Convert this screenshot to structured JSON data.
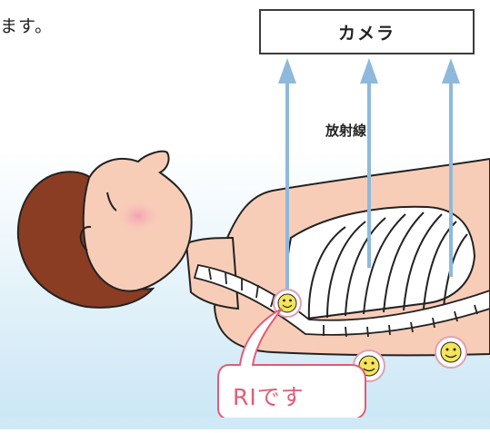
{
  "intro_text": "ます。",
  "camera_label": "カメラ",
  "radiation_label": "放射線",
  "ri_label": "RIです",
  "colors": {
    "background_gradient_top": "#ffffff",
    "background_gradient_bottom": "#c9e6f5",
    "skin": "#f8cdb8",
    "hair": "#8a3d22",
    "arrow": "#8fb9dc",
    "callout": "#e25b77",
    "bone": "#ffffff",
    "outline": "#222222"
  },
  "icons": [
    "smiley-ri-marker",
    "up-arrow"
  ]
}
